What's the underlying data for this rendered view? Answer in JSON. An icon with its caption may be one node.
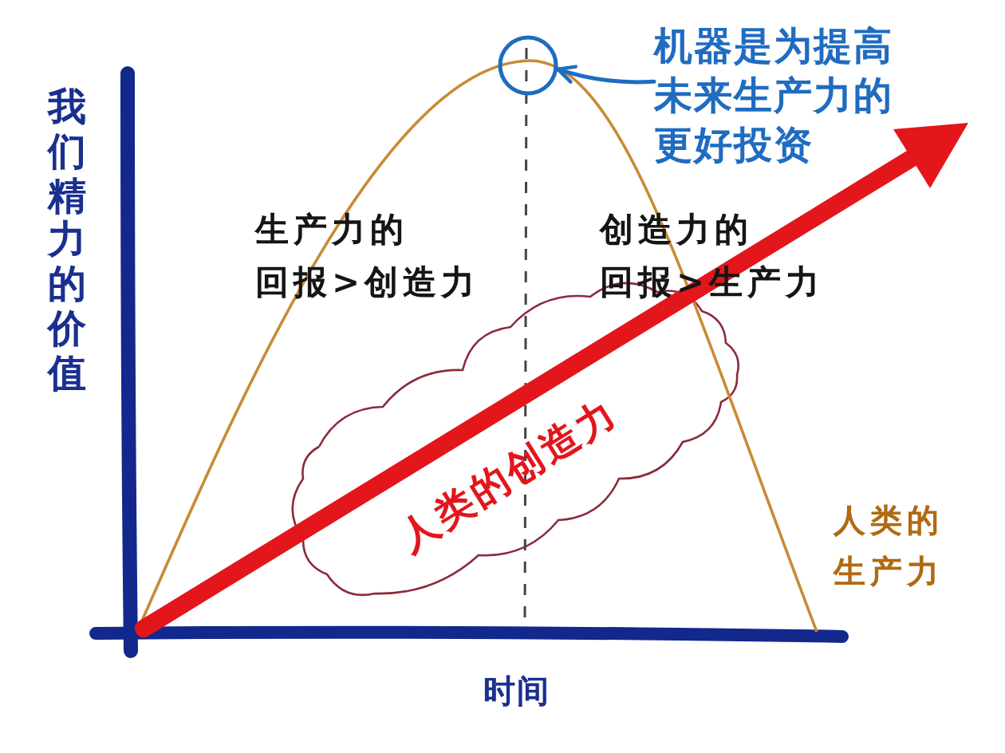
{
  "diagram": {
    "nodes": [
      {
        "text": [],
        "shape": "circle"
      },
      {
        "text": [
          "机器是为提高未来生产力的更好投资"
        ]
      },
      {
        "text": [
          "人类的创造力"
        ]
      }
    ],
    "edges": [
      {
        "from": 1,
        "to": 0,
        "arrow": "to"
      }
    ],
    "labels": [
      "我们精力的价值",
      "生产力的回报>创造力",
      "创造力的回报>生产力",
      "人类的生产力",
      "时间"
    ]
  }
}
